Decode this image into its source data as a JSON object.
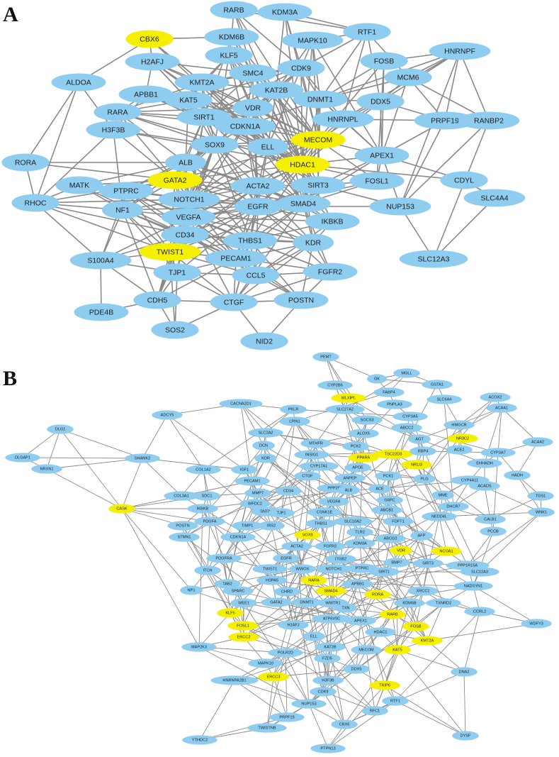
{
  "colors": {
    "default_node": "#8ECDF0",
    "highlight_node": "#F5F000",
    "edge": "#8a8a8a",
    "text": "#1d1d1d"
  },
  "panels": [
    {
      "label": "A",
      "nodes": [
        {
          "id": "RARB",
          "hl": false
        },
        {
          "id": "KDM3A",
          "hl": false
        },
        {
          "id": "CBX6",
          "hl": true
        },
        {
          "id": "KDM6B",
          "hl": false
        },
        {
          "id": "RTF1",
          "hl": false
        },
        {
          "id": "MAPK10",
          "hl": false
        },
        {
          "id": "KLF5",
          "hl": false
        },
        {
          "id": "HNRNPF",
          "hl": false
        },
        {
          "id": "H2AFJ",
          "hl": false
        },
        {
          "id": "FOSB",
          "hl": false
        },
        {
          "id": "CDK9",
          "hl": false
        },
        {
          "id": "SMC4",
          "hl": false
        },
        {
          "id": "ALDOA",
          "hl": false
        },
        {
          "id": "MCM6",
          "hl": false
        },
        {
          "id": "KMT2A",
          "hl": false
        },
        {
          "id": "KAT2B",
          "hl": false
        },
        {
          "id": "APBB1",
          "hl": false
        },
        {
          "id": "KAT5",
          "hl": false
        },
        {
          "id": "DNMT1",
          "hl": false
        },
        {
          "id": "DDX5",
          "hl": false
        },
        {
          "id": "RARA",
          "hl": false
        },
        {
          "id": "VDR",
          "hl": false
        },
        {
          "id": "SIRT1",
          "hl": false
        },
        {
          "id": "HNRNPL",
          "hl": false
        },
        {
          "id": "PRPF19",
          "hl": false
        },
        {
          "id": "RANBP2",
          "hl": false
        },
        {
          "id": "H3F3B",
          "hl": false
        },
        {
          "id": "CDKN1A",
          "hl": false
        },
        {
          "id": "MECOM",
          "hl": true
        },
        {
          "id": "SOX9",
          "hl": false
        },
        {
          "id": "ELL",
          "hl": false
        },
        {
          "id": "APEX1",
          "hl": false
        },
        {
          "id": "RORA",
          "hl": false
        },
        {
          "id": "ALB",
          "hl": false
        },
        {
          "id": "HDAC1",
          "hl": true
        },
        {
          "id": "CDYL",
          "hl": false
        },
        {
          "id": "GATA2",
          "hl": true
        },
        {
          "id": "MATK",
          "hl": false
        },
        {
          "id": "PTPRC",
          "hl": false
        },
        {
          "id": "ACTA2",
          "hl": false
        },
        {
          "id": "SIRT3",
          "hl": false
        },
        {
          "id": "FOSL1",
          "hl": false
        },
        {
          "id": "RHOC",
          "hl": false
        },
        {
          "id": "NOTCH1",
          "hl": false
        },
        {
          "id": "SLC4A4",
          "hl": false
        },
        {
          "id": "NF1",
          "hl": false
        },
        {
          "id": "EGFR",
          "hl": false
        },
        {
          "id": "SMAD4",
          "hl": false
        },
        {
          "id": "NUP153",
          "hl": false
        },
        {
          "id": "VEGFA",
          "hl": false
        },
        {
          "id": "IKBKB",
          "hl": false
        },
        {
          "id": "CD34",
          "hl": false
        },
        {
          "id": "THBS1",
          "hl": false
        },
        {
          "id": "KDR",
          "hl": false
        },
        {
          "id": "TWIST1",
          "hl": true
        },
        {
          "id": "S100A4",
          "hl": false
        },
        {
          "id": "PECAM1",
          "hl": false
        },
        {
          "id": "SLC12A3",
          "hl": false
        },
        {
          "id": "TJP1",
          "hl": false
        },
        {
          "id": "CCL5",
          "hl": false
        },
        {
          "id": "FGFR2",
          "hl": false
        },
        {
          "id": "CDH5",
          "hl": false
        },
        {
          "id": "POSTN",
          "hl": false
        },
        {
          "id": "CTGF",
          "hl": false
        },
        {
          "id": "PDE4B",
          "hl": false
        },
        {
          "id": "SOS2",
          "hl": false
        },
        {
          "id": "NID2",
          "hl": false
        }
      ]
    },
    {
      "label": "B",
      "nodes": [
        {
          "id": "PEMT",
          "hl": false
        },
        {
          "id": "GK",
          "hl": false
        },
        {
          "id": "MGLL",
          "hl": false
        },
        {
          "id": "CYP2B6",
          "hl": false
        },
        {
          "id": "GSTA1",
          "hl": false
        },
        {
          "id": "FABP4",
          "hl": false
        },
        {
          "id": "MLXIPL",
          "hl": true
        },
        {
          "id": "PNPLA3",
          "hl": false
        },
        {
          "id": "ACOX2",
          "hl": false
        },
        {
          "id": "CACNA2D1",
          "hl": false
        },
        {
          "id": "SLC6A4",
          "hl": false
        },
        {
          "id": "ADCY5",
          "hl": false
        },
        {
          "id": "PKLR",
          "hl": false
        },
        {
          "id": "SLC27A2",
          "hl": false
        },
        {
          "id": "CYP3A5",
          "hl": false
        },
        {
          "id": "ACAA1",
          "hl": false
        },
        {
          "id": "DLG1",
          "hl": false
        },
        {
          "id": "LPIN1",
          "hl": false
        },
        {
          "id": "SOCS3",
          "hl": false
        },
        {
          "id": "HMGCR",
          "hl": false
        },
        {
          "id": "ABCC2",
          "hl": false
        },
        {
          "id": "SLC2A2",
          "hl": false
        },
        {
          "id": "ALOX5",
          "hl": false
        },
        {
          "id": "NR3C2",
          "hl": true
        },
        {
          "id": "ACAA2",
          "hl": false
        },
        {
          "id": "DLGAP1",
          "hl": false
        },
        {
          "id": "SHANK2",
          "hl": false
        },
        {
          "id": "DCN",
          "hl": false
        },
        {
          "id": "MTHFR",
          "hl": false
        },
        {
          "id": "AGT",
          "hl": false
        },
        {
          "id": "NRXN1",
          "hl": false
        },
        {
          "id": "PCK2",
          "hl": false
        },
        {
          "id": "ACE2",
          "hl": false
        },
        {
          "id": "CYP3A7",
          "hl": false
        },
        {
          "id": "INSIG1",
          "hl": false
        },
        {
          "id": "PPARA",
          "hl": true
        },
        {
          "id": "TSC22D3",
          "hl": true
        },
        {
          "id": "RBP4",
          "hl": false
        },
        {
          "id": "KDR",
          "hl": false
        },
        {
          "id": "NR1I3",
          "hl": true
        },
        {
          "id": "EHHADH",
          "hl": false
        },
        {
          "id": "COL1A2",
          "hl": false
        },
        {
          "id": "IGF1",
          "hl": false
        },
        {
          "id": "CYP17A1",
          "hl": false
        },
        {
          "id": "HADH",
          "hl": false
        },
        {
          "id": "APOE",
          "hl": false
        },
        {
          "id": "PCK1",
          "hl": false
        },
        {
          "id": "PLG",
          "hl": false
        },
        {
          "id": "CYP4A11",
          "hl": false
        },
        {
          "id": "CTGF",
          "hl": false
        },
        {
          "id": "ANPEP",
          "hl": false
        },
        {
          "id": "PECAM1",
          "hl": false
        },
        {
          "id": "ACADS",
          "hl": false
        },
        {
          "id": "PPP2R1B",
          "hl": false
        },
        {
          "id": "COL3A1",
          "hl": false
        },
        {
          "id": "CD34",
          "hl": false
        },
        {
          "id": "ALB",
          "hl": false
        },
        {
          "id": "ACE",
          "hl": false
        },
        {
          "id": "MMP7",
          "hl": false
        },
        {
          "id": "G6PC",
          "hl": false
        },
        {
          "id": "MME",
          "hl": false
        },
        {
          "id": "TGS1",
          "hl": false
        },
        {
          "id": "CASK",
          "hl": true
        },
        {
          "id": "SDC1",
          "hl": false
        },
        {
          "id": "WFDC2",
          "hl": false
        },
        {
          "id": "DHCR7",
          "hl": false
        },
        {
          "id": "WNK1",
          "hl": false
        },
        {
          "id": "VEGFA",
          "hl": false
        },
        {
          "id": "IKBKB",
          "hl": false
        },
        {
          "id": "CSNK1E",
          "hl": false
        },
        {
          "id": "ABCB1",
          "hl": false
        },
        {
          "id": "NEDD4L",
          "hl": false
        },
        {
          "id": "SNTA1",
          "hl": false
        },
        {
          "id": "TJP1",
          "hl": false
        },
        {
          "id": "CALB1",
          "hl": false
        },
        {
          "id": "PDGFA",
          "hl": false
        },
        {
          "id": "FDFT1",
          "hl": false
        },
        {
          "id": "THBS1",
          "hl": false
        },
        {
          "id": "SLC10A2",
          "hl": false
        },
        {
          "id": "POSTN",
          "hl": false
        },
        {
          "id": "TIMP1",
          "hl": false
        },
        {
          "id": "IRS2",
          "hl": false
        },
        {
          "id": "PCCB",
          "hl": false
        },
        {
          "id": "TLR2",
          "hl": false
        },
        {
          "id": "AFP",
          "hl": false
        },
        {
          "id": "STMN1",
          "hl": false
        },
        {
          "id": "CDKN1A",
          "hl": false
        },
        {
          "id": "SOX9",
          "hl": true
        },
        {
          "id": "ABCG2",
          "hl": false
        },
        {
          "id": "KDM3A",
          "hl": false
        },
        {
          "id": "ACTA2",
          "hl": false
        },
        {
          "id": "FGFR2",
          "hl": false
        },
        {
          "id": "VDR",
          "hl": true
        },
        {
          "id": "NCOA1",
          "hl": true
        },
        {
          "id": "EGFR",
          "hl": false
        },
        {
          "id": "PDGFRA",
          "hl": false
        },
        {
          "id": "ITGB2",
          "hl": false
        },
        {
          "id": "BMP7",
          "hl": false
        },
        {
          "id": "SIRT3",
          "hl": false
        },
        {
          "id": "ITCH",
          "hl": false
        },
        {
          "id": "PTPRC",
          "hl": false
        },
        {
          "id": "PPP1R15A",
          "hl": false
        },
        {
          "id": "WWOX",
          "hl": false
        },
        {
          "id": "TWIST1",
          "hl": false
        },
        {
          "id": "NOTCH1",
          "hl": false
        },
        {
          "id": "SIRT1",
          "hl": false
        },
        {
          "id": "SLC12A3",
          "hl": false
        },
        {
          "id": "TAB2",
          "hl": false
        },
        {
          "id": "NP1",
          "hl": false
        },
        {
          "id": "HSPA5",
          "hl": false
        },
        {
          "id": "RARA",
          "hl": true
        },
        {
          "id": "APBB1",
          "hl": false
        },
        {
          "id": "NADSYN1",
          "hl": false
        },
        {
          "id": "SPARC",
          "hl": false
        },
        {
          "id": "CHRD",
          "hl": false
        },
        {
          "id": "SMAD4",
          "hl": true
        },
        {
          "id": "XRCC1",
          "hl": false
        },
        {
          "id": "RORA",
          "hl": true
        },
        {
          "id": "GATA2",
          "hl": false
        },
        {
          "id": "WEE1",
          "hl": false
        },
        {
          "id": "KDM6B",
          "hl": false
        },
        {
          "id": "TXNRD2",
          "hl": false
        },
        {
          "id": "DNMT1",
          "hl": false
        },
        {
          "id": "WWTR1",
          "hl": false
        },
        {
          "id": "CCRL2",
          "hl": false
        },
        {
          "id": "TXN",
          "hl": false
        },
        {
          "id": "KLF5",
          "hl": true
        },
        {
          "id": "RARB",
          "hl": true
        },
        {
          "id": "ATP6V0C",
          "hl": false
        },
        {
          "id": "APEX1",
          "hl": false
        },
        {
          "id": "H2AFJ",
          "hl": false
        },
        {
          "id": "FOSL1",
          "hl": true
        },
        {
          "id": "FOSB",
          "hl": true
        },
        {
          "id": "WDFY3",
          "hl": false
        },
        {
          "id": "HDAC1",
          "hl": false
        },
        {
          "id": "ELL",
          "hl": false
        },
        {
          "id": "ERCC2",
          "hl": true
        },
        {
          "id": "KMT2A",
          "hl": true
        },
        {
          "id": "KAT2B",
          "hl": false
        },
        {
          "id": "MECOM",
          "hl": false
        },
        {
          "id": "KAT5",
          "hl": true
        },
        {
          "id": "MAP2K3",
          "hl": false
        },
        {
          "id": "POLR2D",
          "hl": false
        },
        {
          "id": "FZD5",
          "hl": false
        },
        {
          "id": "MAPK10",
          "hl": false
        },
        {
          "id": "DDX5",
          "hl": false
        },
        {
          "id": "DNA2",
          "hl": false
        },
        {
          "id": "HNRNPA2B1",
          "hl": false
        },
        {
          "id": "ERCC3",
          "hl": true
        },
        {
          "id": "H3F3B",
          "hl": false
        },
        {
          "id": "TRIP6",
          "hl": true
        },
        {
          "id": "CDK9",
          "hl": false
        },
        {
          "id": "RTF1",
          "hl": false
        },
        {
          "id": "NUP153",
          "hl": false
        },
        {
          "id": "RFC1",
          "hl": false
        },
        {
          "id": "PRPF19",
          "hl": false
        },
        {
          "id": "CBX6",
          "hl": false
        },
        {
          "id": "TWISTNB",
          "hl": false
        },
        {
          "id": "DYSF",
          "hl": false
        },
        {
          "id": "YTHDC2",
          "hl": false
        },
        {
          "id": "PTPN13",
          "hl": false
        }
      ]
    }
  ]
}
